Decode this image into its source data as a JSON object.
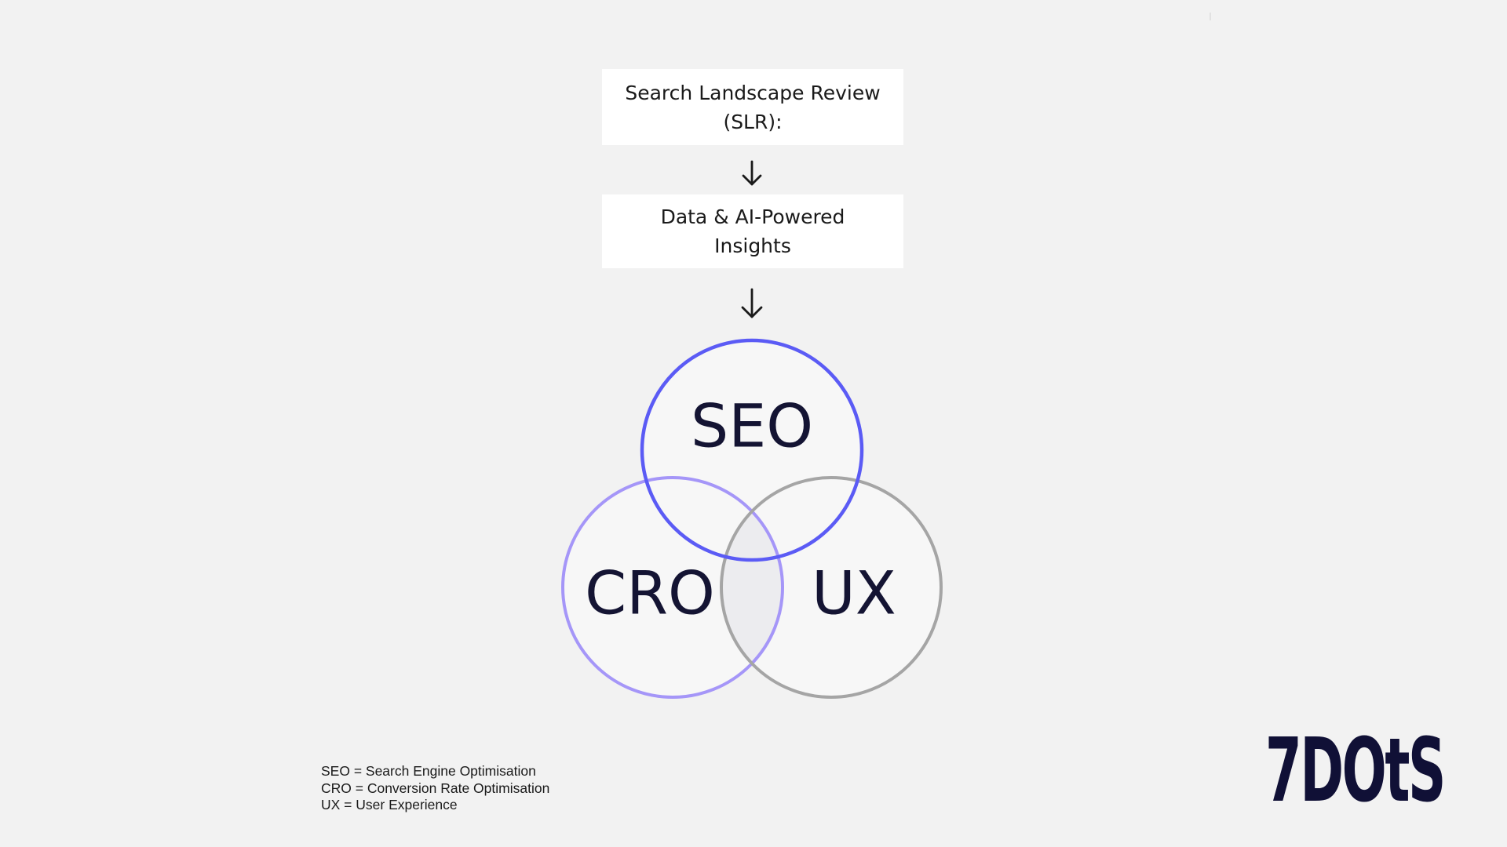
{
  "flow": {
    "step1": {
      "line1": "Search Landscape Review",
      "line2": "(SLR):"
    },
    "step2": {
      "line1": "Data & AI-Powered",
      "line2": "Insights"
    },
    "arrow_icon": "arrow-down-icon"
  },
  "venn": {
    "circles": [
      {
        "label": "SEO",
        "color": "#5b5bf5"
      },
      {
        "label": "CRO",
        "color": "#a596f8"
      },
      {
        "label": "UX",
        "color": "#a5a5a5"
      }
    ]
  },
  "legend": {
    "seo": "SEO = Search Engine Optimisation",
    "cro": "CRO = Conversion Rate Optimisation",
    "ux": "UX = User Experience"
  },
  "logo": {
    "text": "7DOtS",
    "color": "#101036"
  },
  "colors": {
    "background": "#f2f2f2",
    "box": "#ffffff"
  }
}
